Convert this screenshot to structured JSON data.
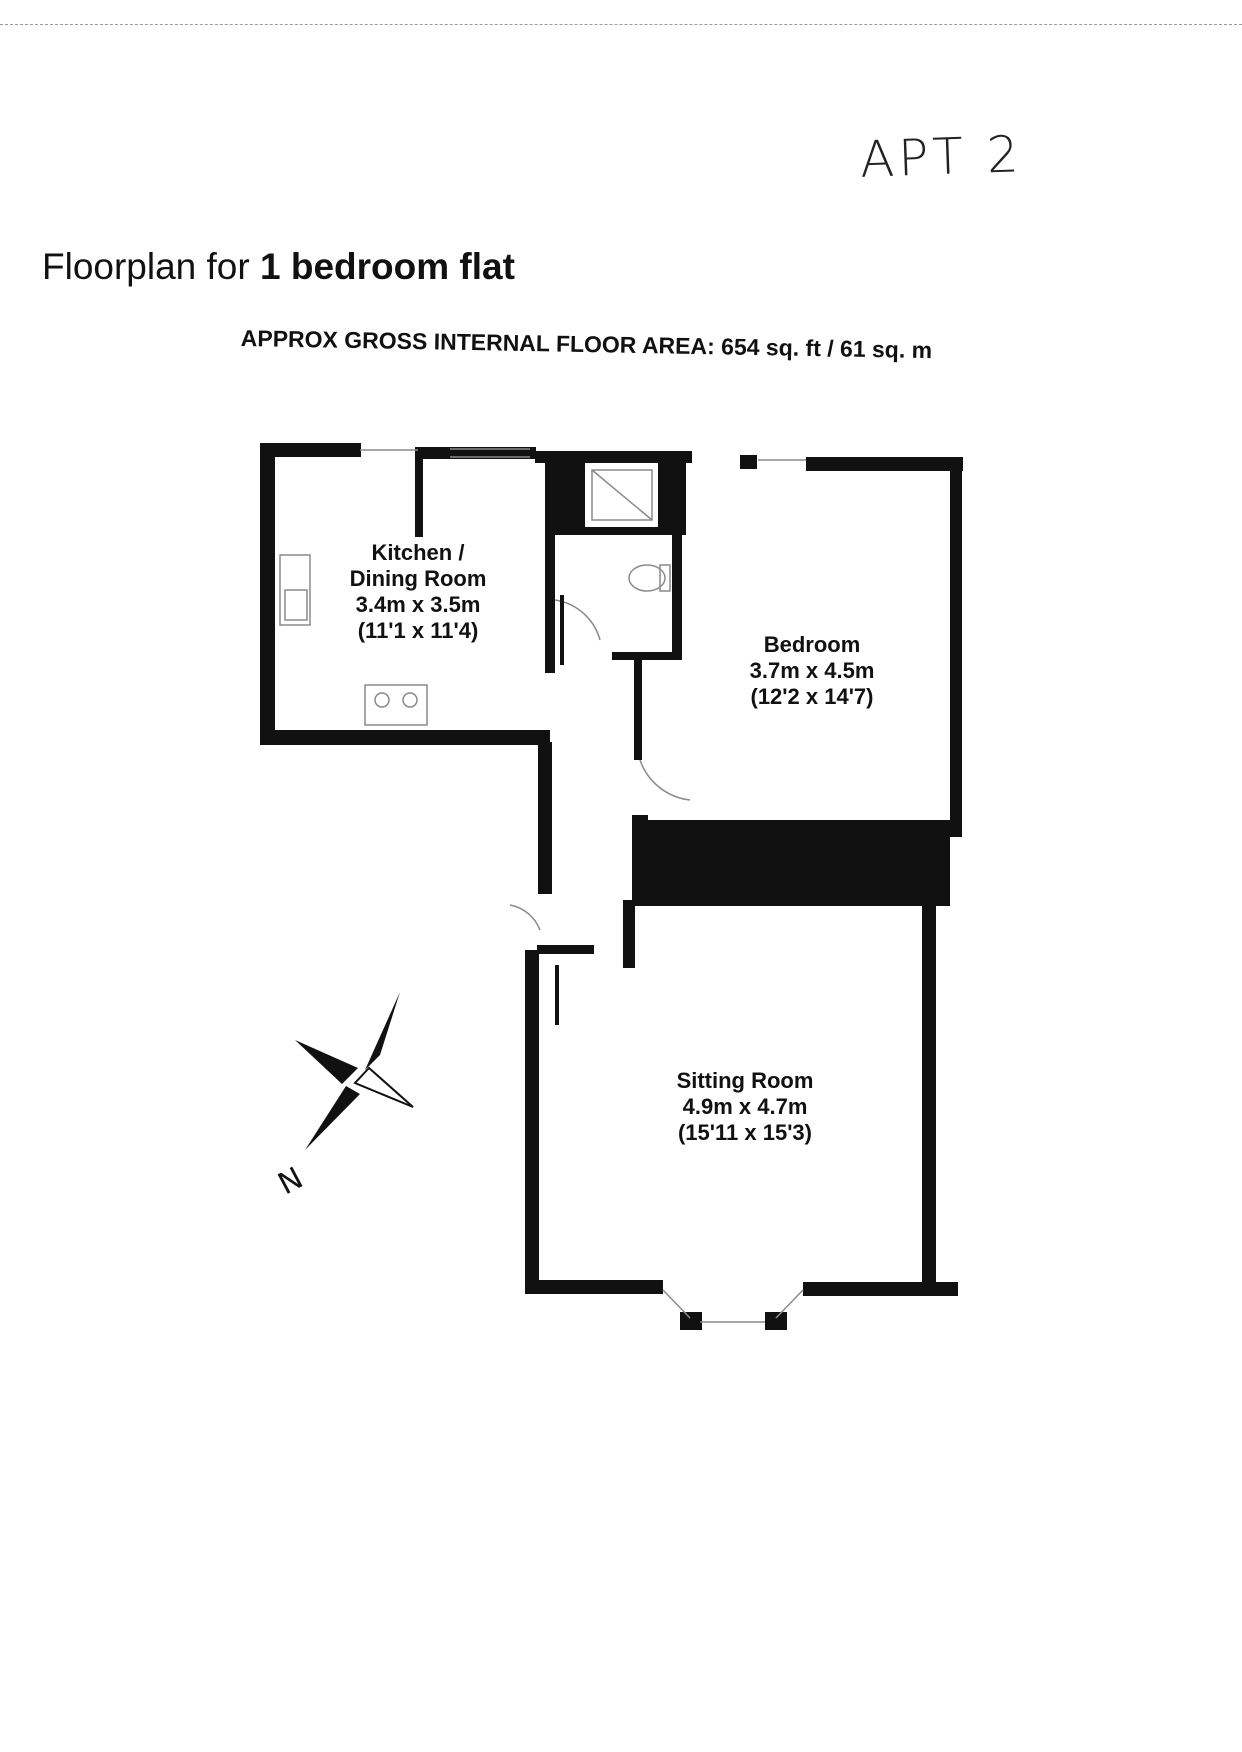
{
  "annotation": {
    "handwritten": "APT 2"
  },
  "header": {
    "title_prefix": "Floorplan for",
    "title_bold": "1 bedroom flat",
    "area_label": "APPROX GROSS INTERNAL FLOOR AREA:",
    "area_value": "654 sq. ft / 61 sq. m"
  },
  "rooms": [
    {
      "id": "kitchen",
      "name_line1": "Kitchen /",
      "name_line2": "Dining Room",
      "metric": "3.4m x 3.5m",
      "imperial": "(11'1 x 11'4)"
    },
    {
      "id": "bedroom",
      "name_line1": "Bedroom",
      "metric": "3.7m x 4.5m",
      "imperial": "(12'2 x 14'7)"
    },
    {
      "id": "sitting",
      "name_line1": "Sitting Room",
      "metric": "4.9m x 4.7m",
      "imperial": "(15'11 x 15'3)"
    }
  ],
  "compass": {
    "label": "N"
  },
  "colors": {
    "wall": "#111111",
    "ink": "#111111",
    "fixture": "#8a8a8a"
  }
}
